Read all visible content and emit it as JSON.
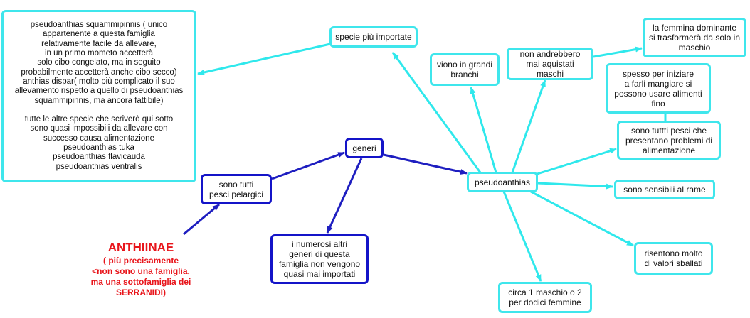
{
  "colors": {
    "cyan_border": "#3fe6ec",
    "blue_border": "#1414c8",
    "cyan_arrow": "#2fe8ec",
    "blue_arrow": "#1e1ec0",
    "title_red": "#e8141a"
  },
  "title": {
    "main": "ANTHIINAE",
    "sub": "( più precisamente\n<non sono una famiglia,\nma una sottofamiglia dei\nSERRANIDI)"
  },
  "nodes": {
    "big_note": "pseudoanthias squammipinnis ( unico\nappartenente a questa famiglia\nrelativamente facile da allevare,\nin un primo mometo accetterà\nsolo cibo  congelato, ma in seguito\nprobabilmente accetterà anche cibo secco)\nanthias dispar( molto  più complicato il suo\nallevamento rispetto a quello di pseudoanthias\nsquammipinnis, ma ancora fattibile)\n\ntutte le altre specie che scriverò qui sotto\nsono quasi impossibili da allevare con\nsuccesso causa alimentazione\npseudoanthias tuka\npseudoanthias flavicauda\npseudoanthias ventralis",
    "specie": "specie più importate",
    "pelagici": "sono tutti\npesci pelargici",
    "generi": "generi",
    "altri_generi": "i numerosi altri\ngeneri di questa\nfamiglia non vengono\nquasi mai importati",
    "pseudoanthias": "pseudoanthias",
    "branchi": "viono in grandi\nbranchi",
    "maschi": "non andrebbero\nmai aquistati maschi",
    "femmina": "la femmina dominante\nsi trasformerà da solo in\nmaschio",
    "spesso": "spesso per iniziare\na farli mangiare si\npossono usare alimenti\nfino",
    "problemi": "sono tuttti pesci che\npresentano problemi di\nalimentazione",
    "rame": "sono sensibili al rame",
    "valori": "risentono molto\ndi valori sballati",
    "circa": "circa 1 maschio o 2\nper dodici femmine"
  }
}
